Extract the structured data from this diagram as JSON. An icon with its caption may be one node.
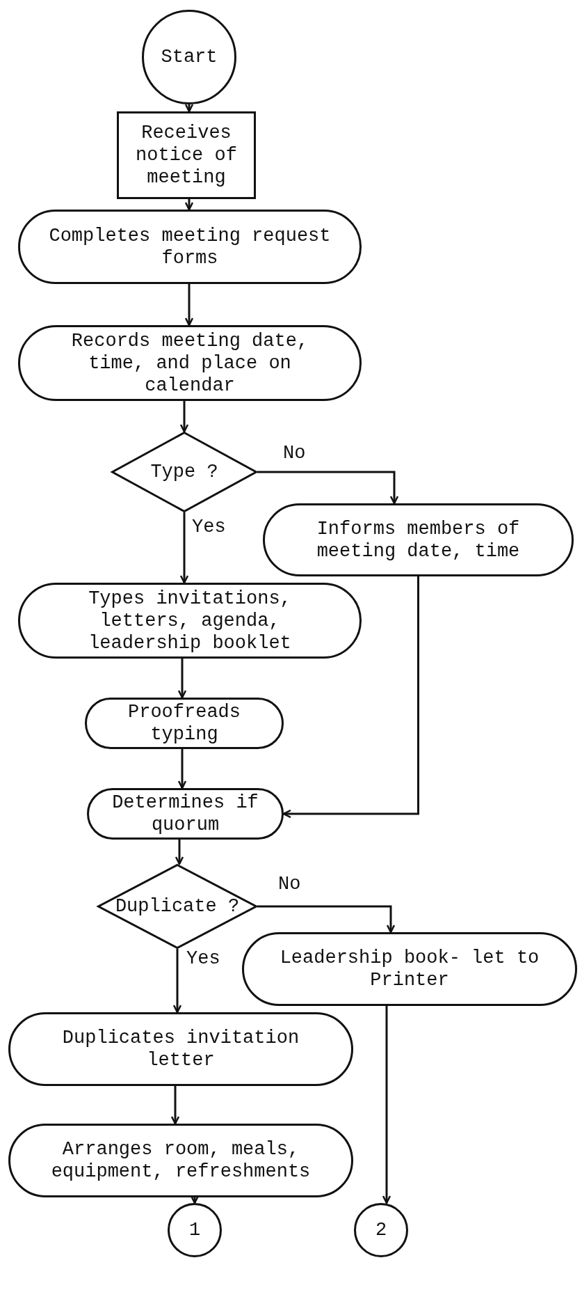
{
  "diagram": {
    "nodes": [
      {
        "text": [
          "Start"
        ]
      },
      {
        "text": [
          "Receives notice of meeting"
        ]
      },
      {
        "text": [
          "Completes meeting request forms"
        ]
      },
      {
        "text": [
          "Records meeting date, time, and place on calendar"
        ]
      },
      {
        "text": [
          "Type ?"
        ]
      },
      {
        "text": [
          "Informs members of meeting date, time"
        ]
      },
      {
        "text": [
          "Types invitations, letters, agenda, leadership booklet"
        ]
      },
      {
        "text": [
          "Proofreads typing"
        ]
      },
      {
        "text": [
          "Determines if quorum"
        ]
      },
      {
        "text": [
          "Duplicate ?"
        ]
      },
      {
        "text": [
          "Leadership book- let to Printer"
        ]
      },
      {
        "text": [
          "Duplicates invitation letter"
        ]
      },
      {
        "text": [
          "Arranges room, meals, equipment, refreshments"
        ]
      },
      {
        "text": [
          "1"
        ]
      },
      {
        "text": [
          "2"
        ]
      }
    ],
    "edges": [
      {
        "from": 0,
        "to": 1,
        "arrow": "to"
      },
      {
        "from": 1,
        "to": 2,
        "arrow": "to"
      },
      {
        "from": 2,
        "to": 3,
        "arrow": "to"
      },
      {
        "from": 3,
        "to": 4,
        "arrow": "to"
      },
      {
        "from": 4,
        "to": 5,
        "arrow": "to",
        "label": "No"
      },
      {
        "from": 4,
        "to": 6,
        "arrow": "to",
        "label": "Yes"
      },
      {
        "from": 6,
        "to": 7,
        "arrow": "to"
      },
      {
        "from": 7,
        "to": 8,
        "arrow": "to"
      },
      {
        "from": 5,
        "to": 8,
        "arrow": "to"
      },
      {
        "from": 8,
        "to": 9,
        "arrow": "to"
      },
      {
        "from": 9,
        "to": 10,
        "arrow": "to",
        "label": "No"
      },
      {
        "from": 9,
        "to": 11,
        "arrow": "to",
        "label": "Yes"
      },
      {
        "from": 11,
        "to": 12,
        "arrow": "to"
      },
      {
        "from": 12,
        "to": 13,
        "arrow": "to"
      },
      {
        "from": 10,
        "to": 14,
        "arrow": "to"
      }
    ]
  }
}
